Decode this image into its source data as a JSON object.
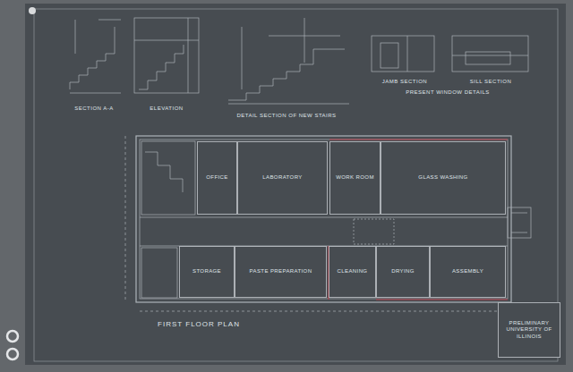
{
  "diagram": {
    "nodes": [
      {
        "text": [
          "OFFICE"
        ]
      },
      {
        "text": [
          "LABORATORY"
        ]
      },
      {
        "text": [
          "WORK ROOM"
        ]
      },
      {
        "text": [
          "GLASS WASHING"
        ]
      },
      {
        "text": [
          "STORAGE"
        ]
      },
      {
        "text": [
          "PASTE PREPARATION"
        ]
      },
      {
        "text": [
          "CLEANING"
        ]
      },
      {
        "text": [
          "DRYING"
        ]
      },
      {
        "text": [
          "ASSEMBLY"
        ]
      },
      {
        "text": [
          "PRELIMINARY",
          "UNIVERSITY OF ILLINOIS"
        ]
      }
    ],
    "labels": [
      "SECTION A-A",
      "ELEVATION",
      "DETAIL SECTION OF NEW STAIRS",
      "JAMB SECTION",
      "SILL SECTION",
      "PRESENT WINDOW DETAILS",
      "FIRST FLOOR PLAN"
    ]
  }
}
